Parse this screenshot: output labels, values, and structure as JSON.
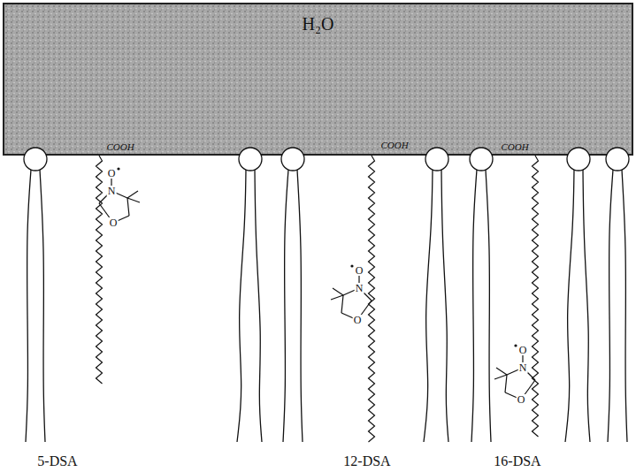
{
  "diagram": {
    "nodes": [
      {
        "text": [
          "H₂O"
        ]
      }
    ],
    "labels": [
      "COOH",
      "O",
      "N",
      "O",
      "5-DSA",
      "COOH",
      "O",
      "N",
      "O",
      "12-DSA",
      "COOH",
      "O",
      "N",
      "O",
      "16-DSA"
    ]
  }
}
